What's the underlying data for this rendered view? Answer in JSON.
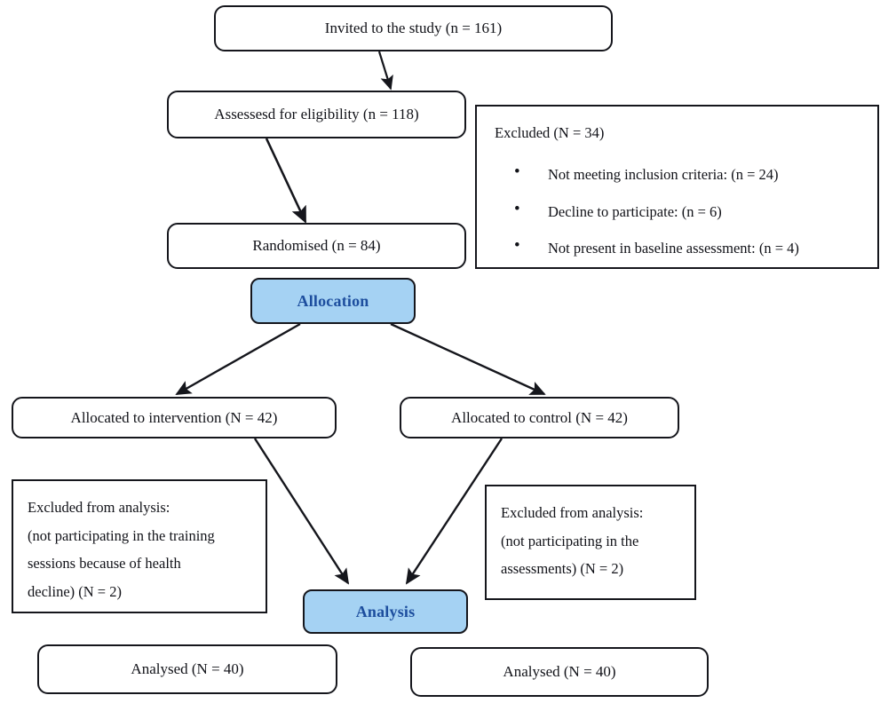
{
  "diagram": {
    "type": "consort-flow-diagram",
    "title": "",
    "colors": {
      "stage_fill": "#a5d2f3",
      "stage_text": "#1d4e9e",
      "box_border": "#15161c",
      "box_fill": "#ffffff",
      "text": "#111218"
    },
    "nodes": {
      "invited": {
        "label": "Invited to the study (n = 161)",
        "shape": "rounded-rectangle"
      },
      "assessed": {
        "label": "Assessesd for eligibility (n = 118)",
        "shape": "rounded-rectangle"
      },
      "randomised": {
        "label": "Randomised (n = 84)",
        "shape": "rounded-rectangle"
      },
      "excluded": {
        "header": "Excluded (N = 34)",
        "shape": "rectangle",
        "items": [
          "Not meeting inclusion criteria: (n = 24)",
          "Decline to participate: (n = 6)",
          "Not present in baseline assessment: (n = 4)"
        ]
      },
      "allocation_stage": {
        "label": "Allocation",
        "shape": "rounded-rectangle-filled"
      },
      "allocated_intervention": {
        "label": "Allocated to intervention (N = 42)",
        "shape": "rounded-rectangle"
      },
      "allocated_control": {
        "label": "Allocated to control (N = 42)",
        "shape": "rounded-rectangle"
      },
      "excluded_intervention": {
        "shape": "rectangle",
        "lines": [
          "Excluded from analysis:",
          "(not participating in the training",
          "sessions because of health",
          "decline) (N = 2)"
        ]
      },
      "excluded_control": {
        "shape": "rectangle",
        "lines": [
          "Excluded from analysis:",
          "(not participating in the",
          "assessments) (N = 2)"
        ]
      },
      "analysis_stage": {
        "label": "Analysis",
        "shape": "rounded-rectangle-filled"
      },
      "analysed_intervention": {
        "label": "Analysed (N = 40)",
        "shape": "rounded-rectangle"
      },
      "analysed_control": {
        "label": "Analysed (N = 40)",
        "shape": "rounded-rectangle"
      }
    },
    "edges": [
      {
        "from": "invited",
        "to": "assessed",
        "style": "arrow"
      },
      {
        "from": "assessed",
        "to": "randomised",
        "style": "arrow"
      },
      {
        "from": "allocation_stage",
        "to": "allocated_intervention",
        "style": "arrow"
      },
      {
        "from": "allocation_stage",
        "to": "allocated_control",
        "style": "arrow"
      },
      {
        "from": "allocated_intervention",
        "to": "analysis_stage",
        "style": "arrow"
      },
      {
        "from": "allocated_control",
        "to": "analysis_stage",
        "style": "arrow"
      }
    ]
  }
}
